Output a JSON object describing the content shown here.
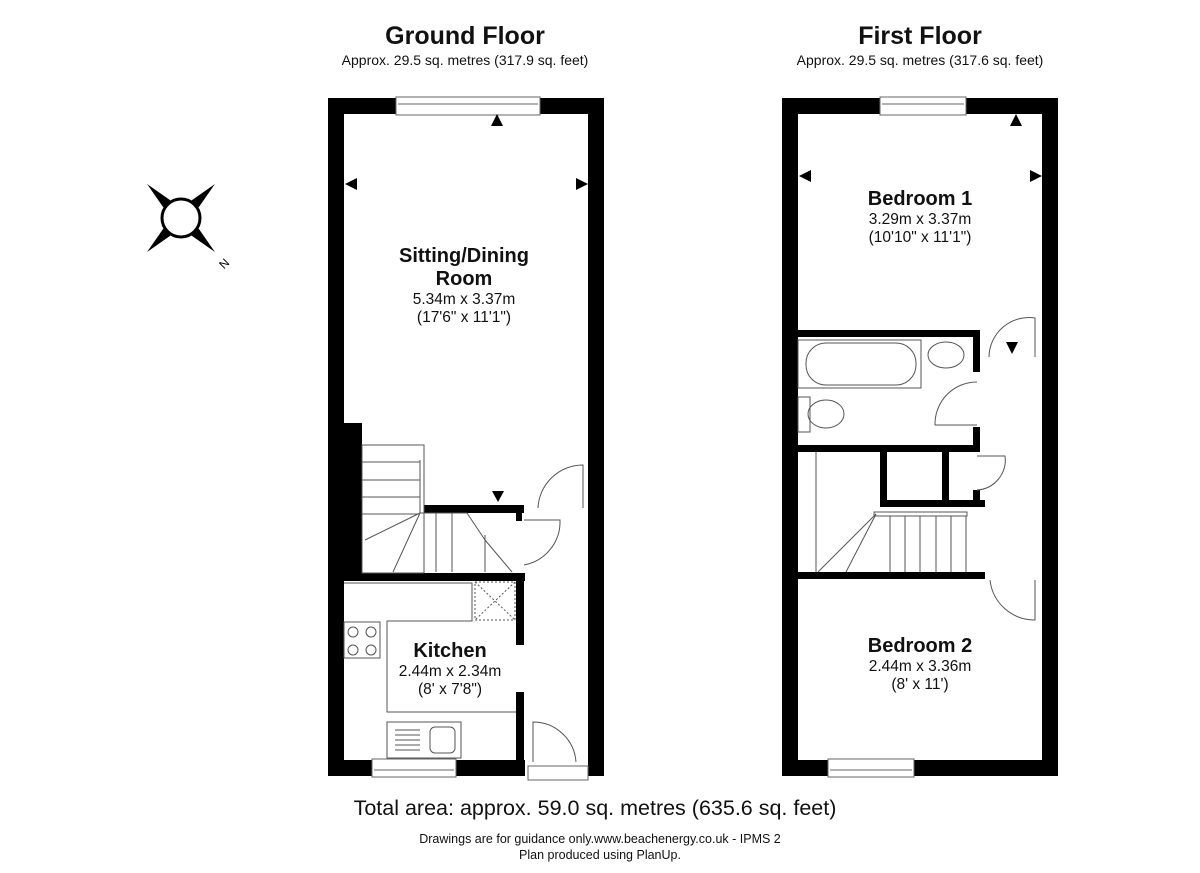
{
  "ground_floor": {
    "title": "Ground Floor",
    "area": "Approx. 29.5 sq. metres (317.9 sq. feet)",
    "rooms": [
      {
        "name": "Sitting/Dining Room",
        "name_line1": "Sitting/Dining",
        "name_line2": "Room",
        "metric": "5.34m x 3.37m",
        "imperial": "(17'6\" x 11'1\")"
      },
      {
        "name": "Kitchen",
        "metric": "2.44m x 2.34m",
        "imperial": "(8' x 7'8\")"
      }
    ]
  },
  "first_floor": {
    "title": "First Floor",
    "area": "Approx. 29.5 sq. metres (317.6 sq. feet)",
    "rooms": [
      {
        "name": "Bedroom 1",
        "metric": "3.29m x 3.37m",
        "imperial": "(10'10\" x 11'1\")"
      },
      {
        "name": "Bedroom 2",
        "metric": "2.44m x 3.36m",
        "imperial": "(8' x 11')"
      }
    ]
  },
  "compass": {
    "label": "N"
  },
  "footer": {
    "total_area": "Total area: approx. 59.0 sq. metres (635.6 sq. feet)",
    "disclaimer": "Drawings are for guidance only.www.beachenergy.co.uk - IPMS 2",
    "credit": "Plan produced using PlanUp."
  }
}
